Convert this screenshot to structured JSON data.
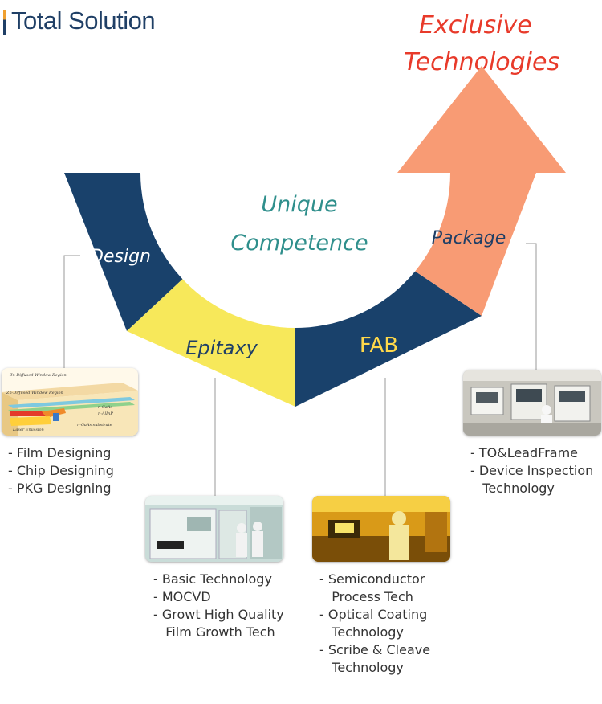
{
  "header": {
    "title": "Total Solution",
    "tagline_line1": "Exclusive",
    "tagline_line2": "Technologies"
  },
  "center": {
    "line1": "Unique",
    "line2": "Competence"
  },
  "segments": [
    {
      "label": "Design",
      "color": "#19416b"
    },
    {
      "label": "Epitaxy",
      "color": "#f7e85a"
    },
    {
      "label": "FAB",
      "color": "#19416b"
    },
    {
      "label": "Package",
      "color": "#f89b74"
    }
  ],
  "photos": {
    "design": {
      "icon": "chip-structure-diagram-image",
      "labels": [
        "Zn-Diffused Window Region",
        "Zn-Diffused Window Region",
        "n-GaAs",
        "n-AlInP",
        "n-GaAs substrate",
        "Laser Emission"
      ]
    },
    "epitaxy": {
      "icon": "mocvd-cleanroom-photo"
    },
    "fab": {
      "icon": "yellow-cleanroom-photo"
    },
    "package": {
      "icon": "inspection-factory-photo"
    }
  },
  "lists": {
    "design": [
      "- Film Designing",
      "- Chip Designing",
      "- PKG Designing"
    ],
    "epitaxy": [
      "- Basic Technology",
      "- MOCVD",
      "- Growt High Quality",
      "   Film Growth Tech"
    ],
    "fab": [
      "- Semiconductor",
      "   Process Tech",
      "- Optical Coating",
      "   Technology",
      "- Scribe & Cleave",
      "   Technology"
    ],
    "package": [
      "- TO&LeadFrame",
      "- Device Inspection",
      "   Technology"
    ]
  }
}
